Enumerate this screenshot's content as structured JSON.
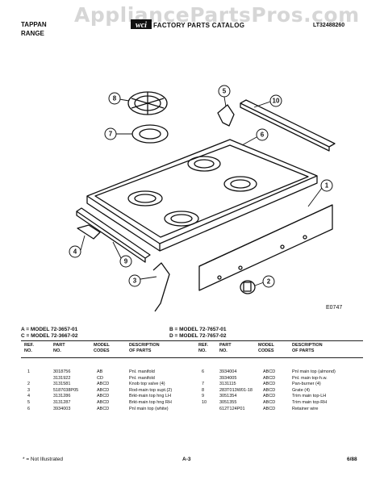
{
  "watermark": "AppliancePartsPros.com",
  "header": {
    "brand_line1": "TAPPAN",
    "brand_line2": "RANGE",
    "catalog_title": "FACTORY PARTS CATALOG",
    "doc_id": "LT32488260"
  },
  "diagram": {
    "figure_code": "E0747",
    "callouts": [
      "1",
      "2",
      "3",
      "4",
      "5",
      "6",
      "7",
      "8",
      "9",
      "10"
    ]
  },
  "models": {
    "a": "A = MODEL 72-3657-01",
    "b": "B = MODEL 72-7657-01",
    "c": "C = MODEL 72-3667-02",
    "d": "D = MODEL 72-7657-02"
  },
  "table": {
    "headers": {
      "ref": [
        "REF.",
        "NO."
      ],
      "part": [
        "PART",
        "NO."
      ],
      "model": [
        "MODEL",
        "CODES"
      ],
      "desc": [
        "DESCRIPTION",
        "OF PARTS"
      ]
    },
    "left_rows": [
      {
        "ref": "1",
        "part": "3018756",
        "codes": "AB",
        "desc": "Pnl. manifold"
      },
      {
        "ref": "",
        "part": "3131922",
        "codes": "CD",
        "desc": "Pnl. manifold"
      },
      {
        "ref": "2",
        "part": "3131581",
        "codes": "ABCD",
        "desc": "Knob top valve (4)"
      },
      {
        "ref": "3",
        "part": "5187038P05",
        "codes": "ABCD",
        "desc": "Rod-main top supt.(2)"
      },
      {
        "ref": "4",
        "part": "3131286",
        "codes": "ABCD",
        "desc": "Brkt-main top hng LH"
      },
      {
        "ref": "5",
        "part": "3131287",
        "codes": "ABCD",
        "desc": "Brkt-main top hng RH"
      },
      {
        "ref": "6",
        "part": "3934003",
        "codes": "ABCD",
        "desc": "Pnl main top (white)"
      }
    ],
    "right_rows": [
      {
        "ref": "6",
        "part": "3934004",
        "codes": "ABCD",
        "desc": "Pnl main top (almond)"
      },
      {
        "ref": "",
        "part": "3934005",
        "codes": "ABCD",
        "desc": "Pnl. main top-h.w."
      },
      {
        "ref": "7",
        "part": "3131115",
        "codes": "ABCD",
        "desc": "Pan-burner (4)"
      },
      {
        "ref": "8",
        "part": "283T013W01-18",
        "codes": "ABCD",
        "desc": "Grate (4)"
      },
      {
        "ref": "9",
        "part": "3051354",
        "codes": "ABCD",
        "desc": "Trim main top-LH"
      },
      {
        "ref": "10",
        "part": "3051355",
        "codes": "ABCD",
        "desc": "Trim main top-RH"
      },
      {
        "ref": "",
        "part": "612T124P01",
        "codes": "ABCD",
        "desc": "Retainer wire"
      }
    ]
  },
  "footer": {
    "note": "* = Not Illustrated",
    "page": "A-3",
    "date": "6/88"
  }
}
